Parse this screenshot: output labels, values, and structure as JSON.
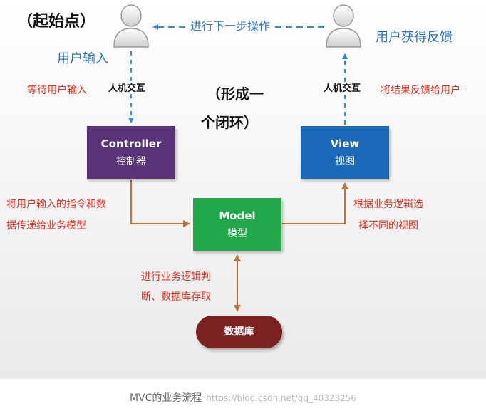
{
  "labels": {
    "start": "（起始点）",
    "user_input": "用户输入",
    "user_feedback": "用户获得反馈",
    "next_step": "进行下一步操作",
    "hci_left": "人机交互",
    "hci_right": "人机交互",
    "wait_input": "等待用户输入",
    "return_feedback": "将结果反馈给用户",
    "closed_loop_line1": "（形成一",
    "closed_loop_line2": "个闭环）",
    "to_model_line1": "将用户输入的指令和数",
    "to_model_line2": "据传递给业务模型",
    "select_view_line1": "根据业务逻辑选",
    "select_view_line2": "择不同的视图",
    "logic_line1": "进行业务逻辑判",
    "logic_line2": "断、数据库存取"
  },
  "boxes": {
    "controller": {
      "title": "Controller",
      "subtitle": "控制器",
      "color": "#5a3278"
    },
    "view": {
      "title": "View",
      "subtitle": "视图",
      "color": "#1a68b8"
    },
    "model": {
      "title": "Model",
      "subtitle": "模型",
      "color": "#22a84a"
    },
    "database": {
      "title": "数据库",
      "color": "#7a2222"
    }
  },
  "colors": {
    "red_text": "#e0301e",
    "blue_text": "#2a6fb5",
    "orange_arrow": "#c0703a",
    "dashed_arrow": "#2f8fd0"
  },
  "icons": [
    "user-icon",
    "user-icon"
  ],
  "caption": {
    "title": "MVC的业务流程",
    "watermark": "https://blog.csdn.net/qq_40323256"
  }
}
